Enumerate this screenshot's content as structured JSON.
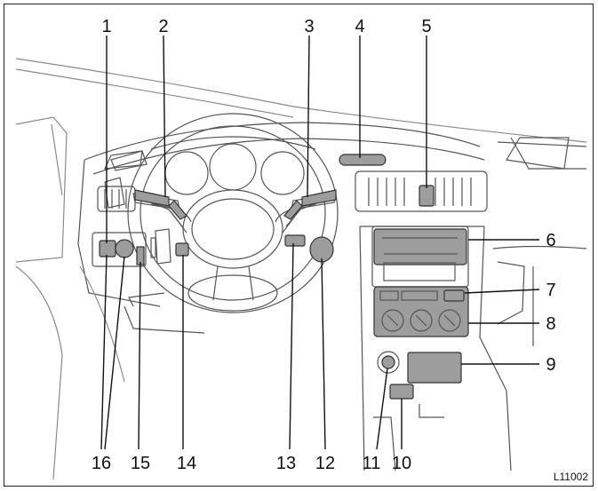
{
  "figure_code": "L11002",
  "callouts": [
    "1",
    "2",
    "3",
    "4",
    "5",
    "6",
    "7",
    "8",
    "9",
    "10",
    "11",
    "12",
    "13",
    "14",
    "15",
    "16"
  ],
  "colors": {
    "line": "#555555",
    "highlight": "#9d9d9d",
    "text": "#111111",
    "background": "#ffffff"
  }
}
